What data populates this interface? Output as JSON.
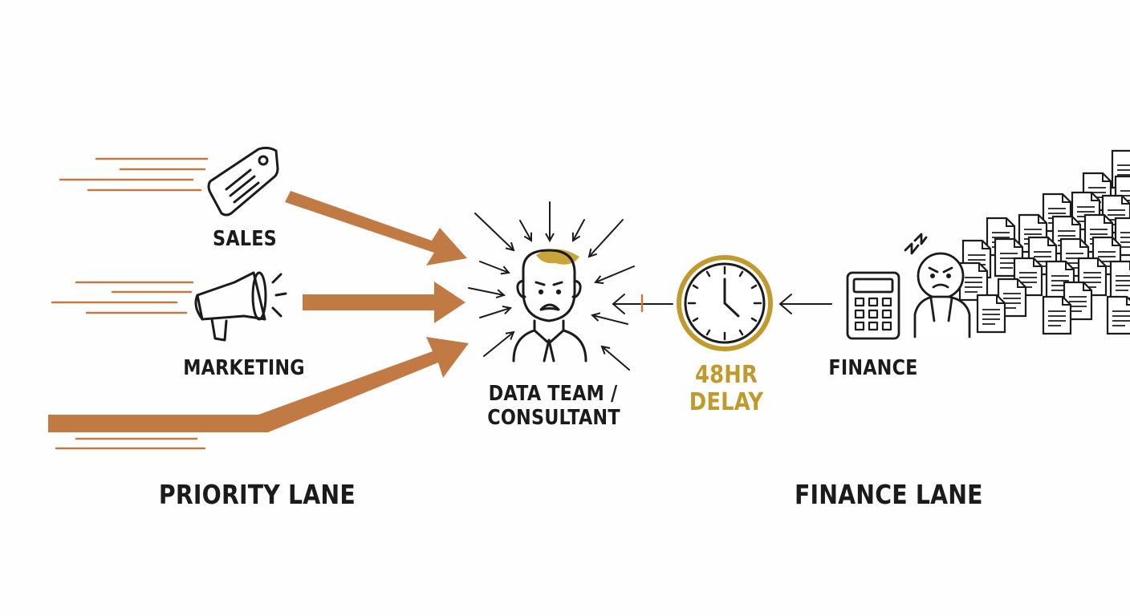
{
  "labels": {
    "sales": "SALES",
    "marketing": "MARKETING",
    "data_team": "DATA TEAM /\nCONSULTANT",
    "delay": "48HR\nDELAY",
    "finance": "FINANCE",
    "priority_lane": "PRIORITY LANE",
    "finance_lane": "FINANCE LANE"
  },
  "colors": {
    "priority_arrow": "#c27a45",
    "accent_gold": "#c19a2e",
    "ink": "#1b1b1b"
  },
  "icons": [
    "price-tag-icon",
    "megaphone-icon",
    "stressed-person-icon",
    "clock-icon",
    "calculator-icon",
    "angry-person-icon",
    "document-stack-icon"
  ]
}
